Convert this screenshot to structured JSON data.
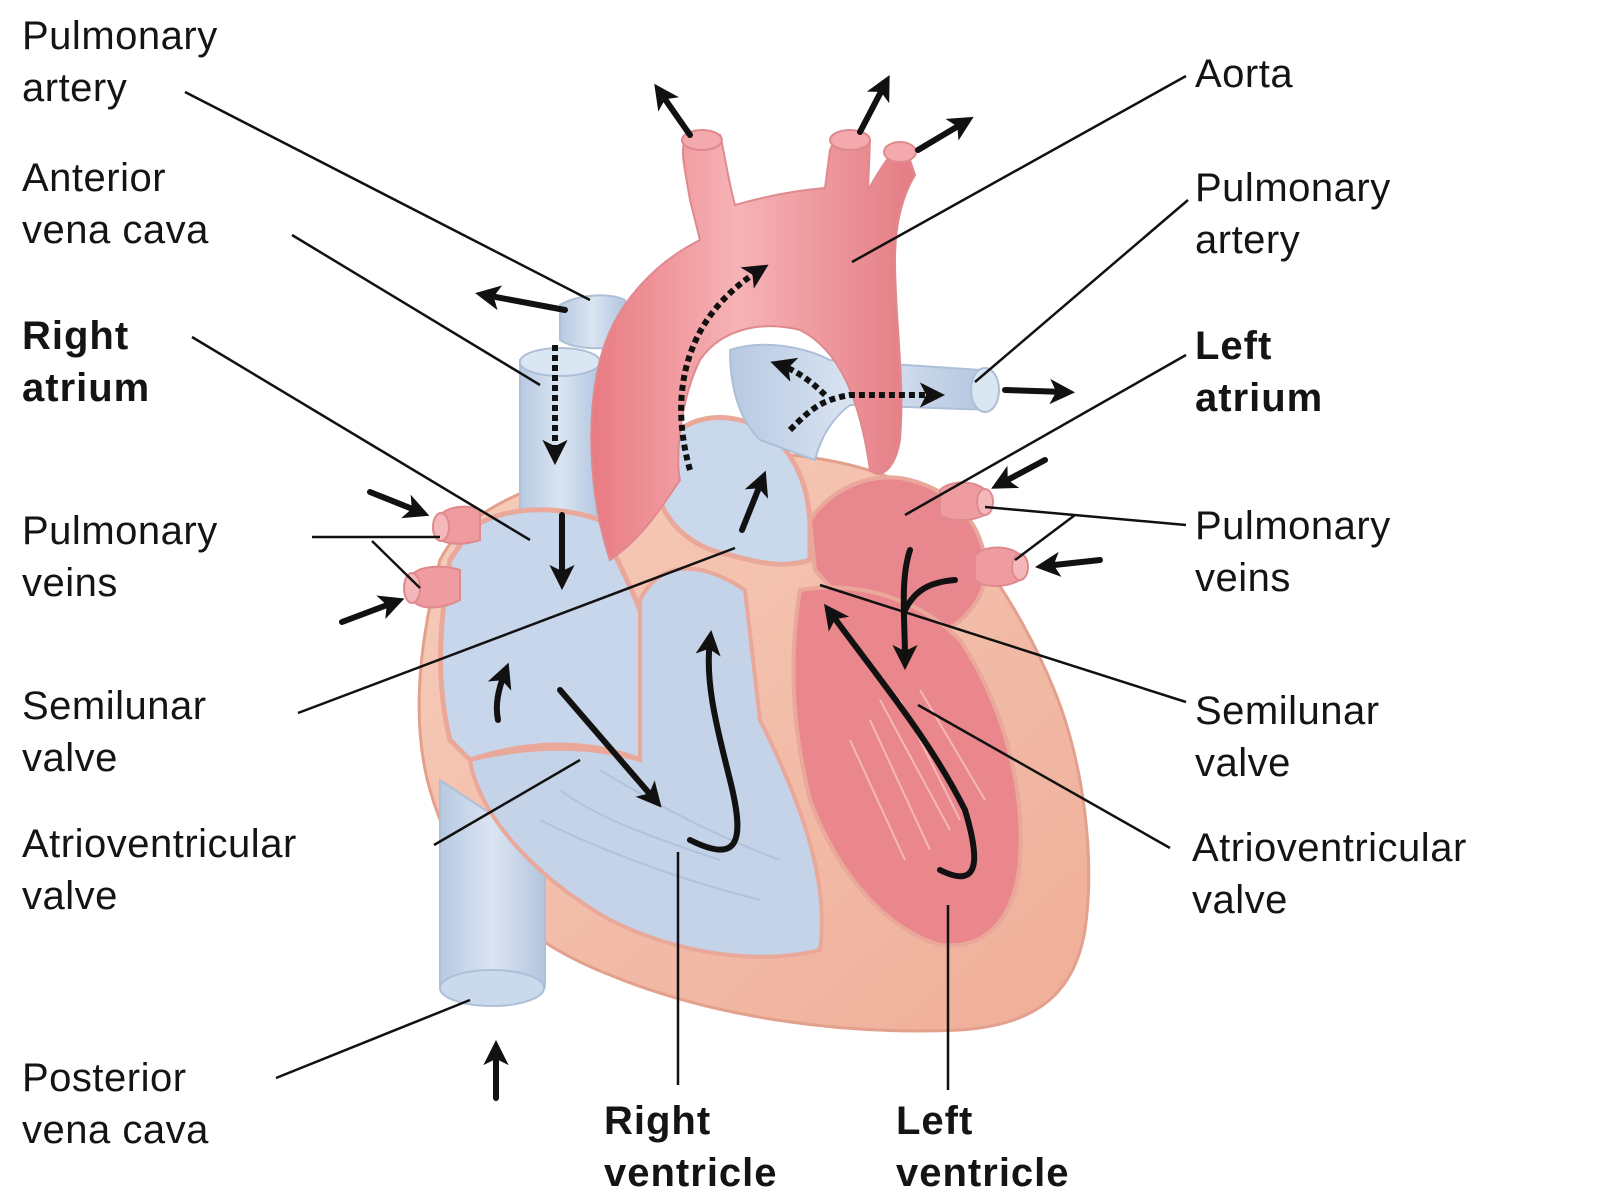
{
  "labels": {
    "pulmonary_artery_left": {
      "line1": "Pulmonary",
      "line2": "artery"
    },
    "anterior_vena_cava": {
      "line1": "Anterior",
      "line2": "vena cava"
    },
    "right_atrium": {
      "line1": "Right",
      "line2": "atrium"
    },
    "pulmonary_veins_left": {
      "line1": "Pulmonary",
      "line2": "veins"
    },
    "semilunar_valve_left": {
      "line1": "Semilunar",
      "line2": "valve"
    },
    "av_valve_left": {
      "line1": "Atrioventricular",
      "line2": "valve"
    },
    "posterior_vena_cava": {
      "line1": "Posterior",
      "line2": "vena cava"
    },
    "aorta": {
      "line1": "Aorta"
    },
    "pulmonary_artery_right": {
      "line1": "Pulmonary",
      "line2": "artery"
    },
    "left_atrium": {
      "line1": "Left",
      "line2": "atrium"
    },
    "pulmonary_veins_right": {
      "line1": "Pulmonary",
      "line2": "veins"
    },
    "semilunar_valve_right": {
      "line1": "Semilunar",
      "line2": "valve"
    },
    "av_valve_right": {
      "line1": "Atrioventricular",
      "line2": "valve"
    },
    "right_ventricle": {
      "line1": "Right",
      "line2": "ventricle"
    },
    "left_ventricle": {
      "line1": "Left",
      "line2": "ventricle"
    }
  },
  "colors": {
    "deoxygenated": "#c9d7ea",
    "oxygenated": "#ee8f95",
    "muscle": "#f4c3b0",
    "outline": "#e6a99a",
    "arrow": "#111111",
    "leader": "#111111"
  }
}
